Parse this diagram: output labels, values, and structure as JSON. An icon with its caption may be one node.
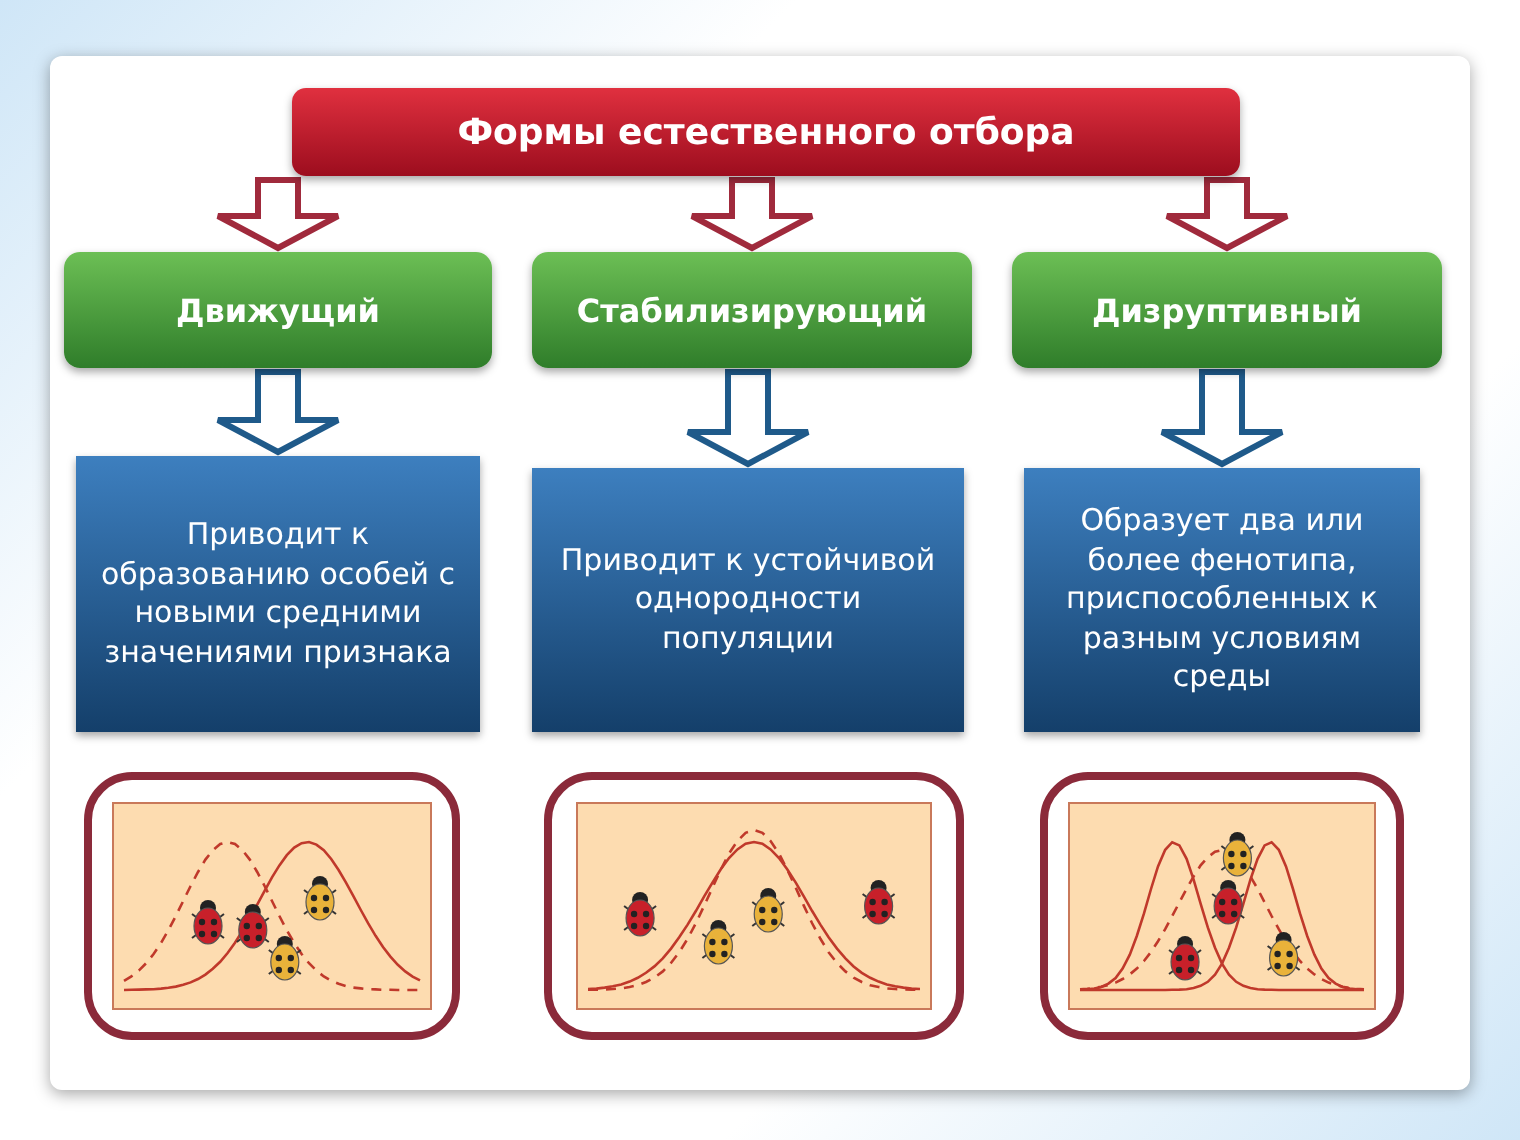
{
  "diagram": {
    "nodes": [
      {
        "text": [
          "Формы естественного отбора"
        ]
      },
      {
        "text": [
          "Движущий"
        ]
      },
      {
        "text": [
          "Стабилизирующий"
        ]
      },
      {
        "text": [
          "Дизруптивный"
        ]
      },
      {
        "text": [
          "Приводит к образованию особей с новыми средними значениями признака"
        ]
      },
      {
        "text": [
          "Приводит к устойчивой однородности популяции"
        ]
      },
      {
        "text": [
          "Образует два или более фенотипа, приспособленных к разным условиям среды"
        ]
      },
      {
        "text": [],
        "shape": "picture"
      },
      {
        "text": [],
        "shape": "picture"
      },
      {
        "text": [],
        "shape": "picture"
      }
    ],
    "edges": [
      {
        "from": 0,
        "to": 1,
        "arrow": "to",
        "color": "#a02a3c"
      },
      {
        "from": 0,
        "to": 2,
        "arrow": "to",
        "color": "#a02a3c"
      },
      {
        "from": 0,
        "to": 3,
        "arrow": "to",
        "color": "#a02a3c"
      },
      {
        "from": 1,
        "to": 4,
        "arrow": "to",
        "color": "#1f5a8a"
      },
      {
        "from": 2,
        "to": 5,
        "arrow": "to",
        "color": "#1f5a8a"
      },
      {
        "from": 3,
        "to": 6,
        "arrow": "to",
        "color": "#1f5a8a"
      }
    ]
  }
}
